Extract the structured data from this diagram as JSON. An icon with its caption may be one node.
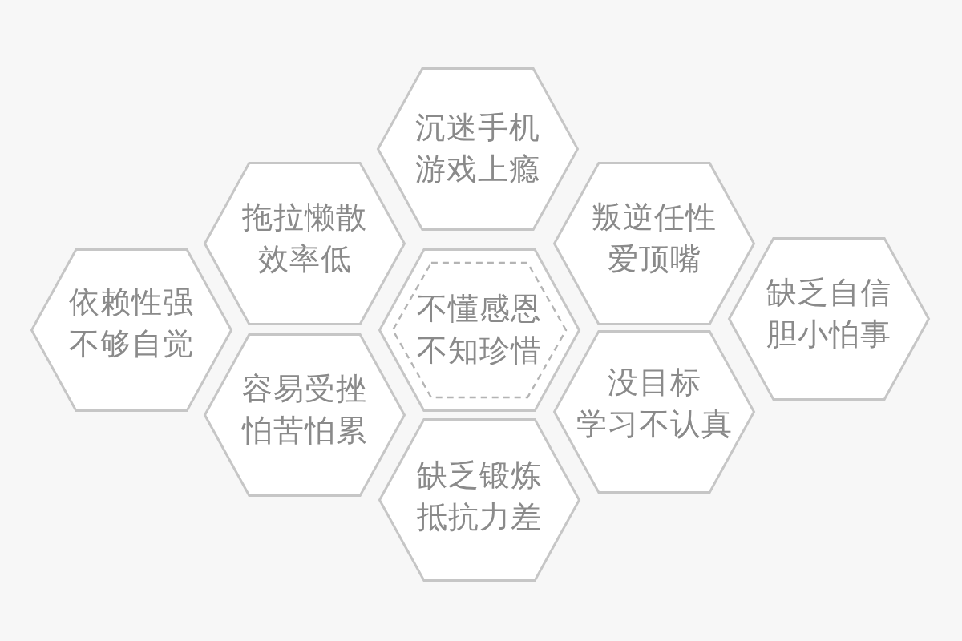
{
  "diagram": {
    "nodes": [
      {
        "text": [
          "沉迷手机",
          "游戏上瘾"
        ]
      },
      {
        "text": [
          "拖拉懒散",
          "效率低"
        ]
      },
      {
        "text": [
          "叛逆任性",
          "爱顶嘴"
        ]
      },
      {
        "text": [
          "依赖性强",
          "不够自觉"
        ]
      },
      {
        "text": [
          "不懂感恩",
          "不知珍惜"
        ]
      },
      {
        "text": [
          "缺乏自信",
          "胆小怕事"
        ]
      },
      {
        "text": [
          "容易受挫",
          "怕苦怕累"
        ]
      },
      {
        "text": [
          "没目标",
          "学习不认真"
        ]
      },
      {
        "text": [
          "缺乏锻炼",
          "抵抗力差"
        ]
      }
    ]
  }
}
